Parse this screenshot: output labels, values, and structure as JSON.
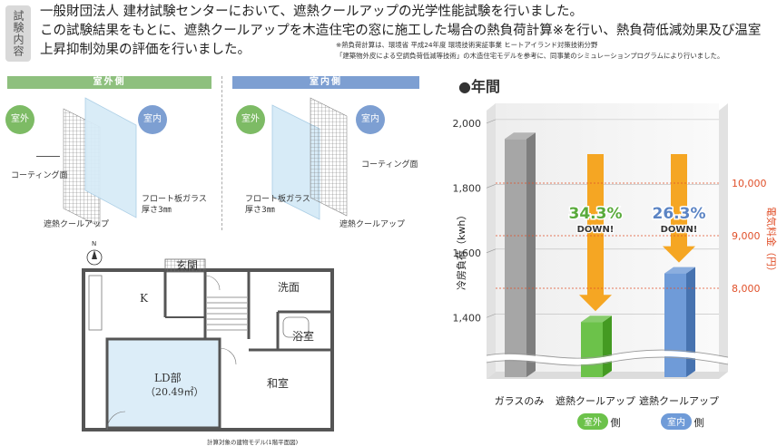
{
  "side_tag": "試験内容",
  "intro": {
    "line1": "一般財団法人 建材試験センターにおいて、遮熱クールアップの光学性能試験を行いました。",
    "line2": "この試験結果をもとに、遮熱クールアップを木造住宅の窓に施工した場合の熱負荷計算※を行い、熱負荷低減効果及び温室",
    "line3": "上昇抑制効果の評価を行いました。",
    "note1": "※熱負荷計算は、環境省 平成24年度 環境技術実証事業 ヒートアイランド対策技術分野",
    "note2": "「建築物外皮による空調負荷低減等技術」の木造住宅モデルを参考に、同事業のシミュレーションプログラムにより行いました。"
  },
  "left_diagram": {
    "band": "室外側",
    "outside": "室外",
    "inside": "室内",
    "coating": "コーティング面",
    "glass1": "フロート板ガラス",
    "glass2": "厚さ3㎜",
    "product": "遮熱クールアップ"
  },
  "right_diagram": {
    "band": "室内側",
    "outside": "室外",
    "inside": "室内",
    "coating": "コーティング面",
    "glass1": "フロート板ガラス",
    "glass2": "厚さ3㎜",
    "product": "遮熱クールアップ"
  },
  "floorplan": {
    "north": "N",
    "kitchen": "K",
    "entrance": "玄関",
    "washroom": "洗面",
    "bath": "浴室",
    "ld": "LD部",
    "ld_area": "（20.49㎡）",
    "japanese_room": "和室",
    "caption": "計算対象の建物モデル(1階平面図)"
  },
  "chart_title": "年間",
  "chart_data": {
    "type": "bar",
    "categories": [
      "ガラスのみ",
      "遮熱クールアップ",
      "遮熱クールアップ"
    ],
    "category_suffix": [
      "",
      "室外",
      "室内"
    ],
    "side_word": "側",
    "values": [
      1940,
      1375,
      1525
    ],
    "ylabel": "冷房負荷（kwh）",
    "y_ticks": [
      1400,
      1600,
      1800,
      2000
    ],
    "ylim": [
      1300,
      2050
    ],
    "y2label": "電気料金（円）",
    "y2_ticks": [
      "8,000",
      "9,000",
      "10,000"
    ],
    "annotations": [
      {
        "percent": "34.3%",
        "text": "DOWN!",
        "color": "#5aab3c"
      },
      {
        "percent": "26.3%",
        "text": "DOWN!",
        "color": "#5b84c4"
      }
    ],
    "colors": {
      "glass": "#a6a6a6",
      "outside": "#6cc24a",
      "inside": "#6f9bd8",
      "arrow": "#f5a623",
      "axis2": "#e0502a"
    }
  }
}
